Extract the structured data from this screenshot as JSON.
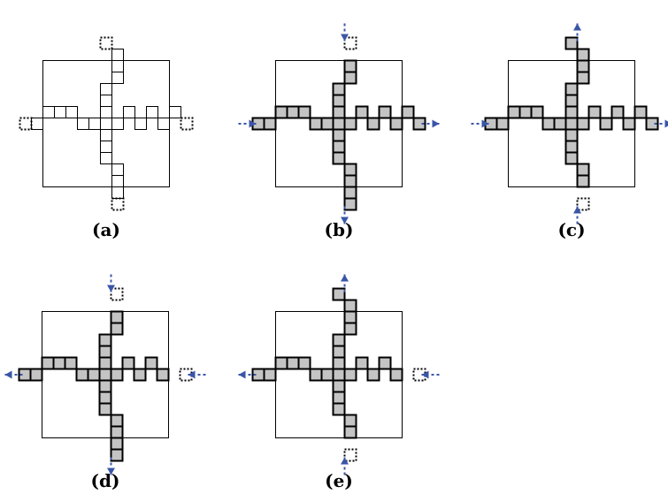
{
  "panels": [
    {
      "id": "a",
      "label": "(a)",
      "filled": false,
      "arms": {
        "up": "out",
        "down": "out",
        "left": "out",
        "right": "out"
      },
      "arrows": {
        "top": "none",
        "bottom": "none",
        "left": "none",
        "right": "none"
      }
    },
    {
      "id": "b",
      "label": "(b)",
      "filled": true,
      "arms": {
        "up": "in",
        "down": "out",
        "left": "out",
        "right": "out"
      },
      "arrows": {
        "top": "in",
        "bottom": "out",
        "left": "in",
        "right": "out"
      }
    },
    {
      "id": "c",
      "label": "(c)",
      "filled": true,
      "arms": {
        "up": "out",
        "down": "in",
        "left": "out",
        "right": "out"
      },
      "arrows": {
        "top": "out",
        "bottom": "in",
        "left": "in",
        "right": "out"
      }
    },
    {
      "id": "d",
      "label": "(d)",
      "filled": true,
      "arms": {
        "up": "in",
        "down": "out",
        "left": "out",
        "right": "in"
      },
      "arrows": {
        "top": "in",
        "bottom": "out",
        "left": "out",
        "right": "in"
      }
    },
    {
      "id": "e",
      "label": "(e)",
      "filled": true,
      "arms": {
        "up": "out",
        "down": "in",
        "left": "out",
        "right": "in"
      },
      "arrows": {
        "top": "out",
        "bottom": "in",
        "left": "out",
        "right": "in"
      }
    }
  ],
  "colors": {
    "cell_fill": "#c4c4c4",
    "arrow": "#3a55a8",
    "line": "#000000"
  }
}
